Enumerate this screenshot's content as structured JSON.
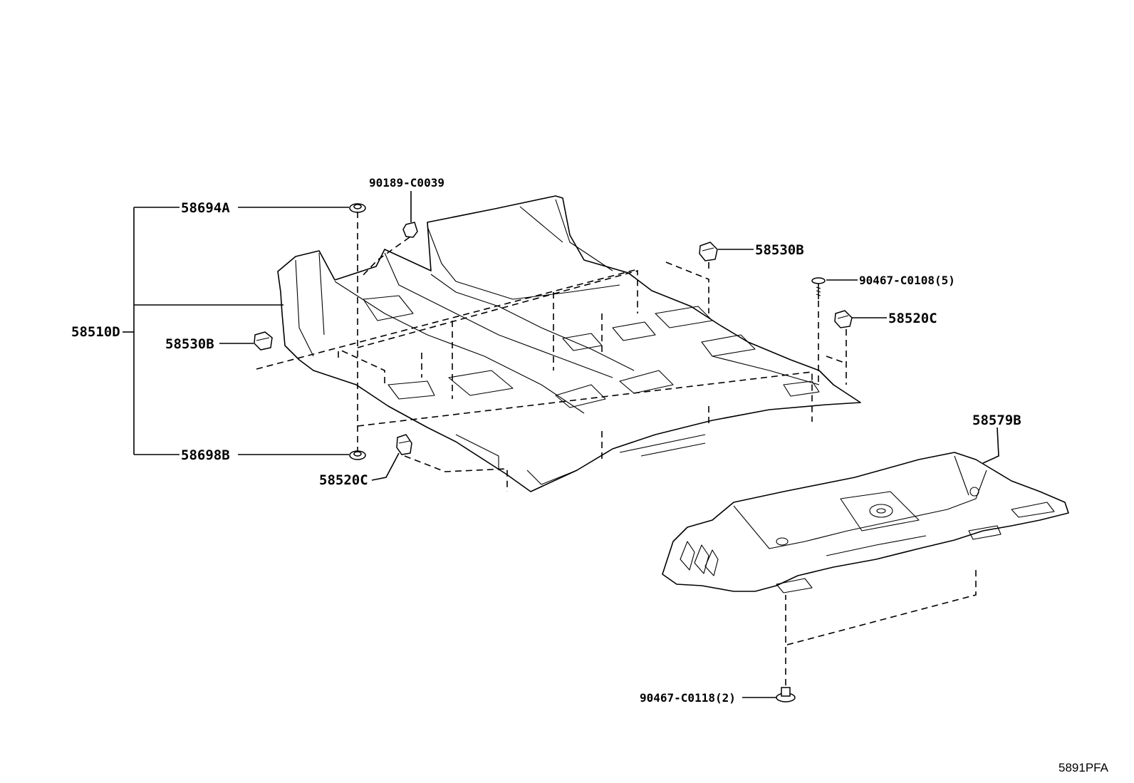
{
  "labels": {
    "carpet_assy": "58510D",
    "clip_top_left": "58694A",
    "nut_top": "90189-C0039",
    "clip_bottom_left": "58698B",
    "clip_right_top": "58530B",
    "clip_left": "58530B",
    "screw_right": "90467-C0108(5)",
    "clip_right": "58520C",
    "clip_bottom": "58520C",
    "rear_panel": "58579B",
    "clip_rear": "90467-C0118(2)"
  },
  "figure_id": "5891PFA"
}
